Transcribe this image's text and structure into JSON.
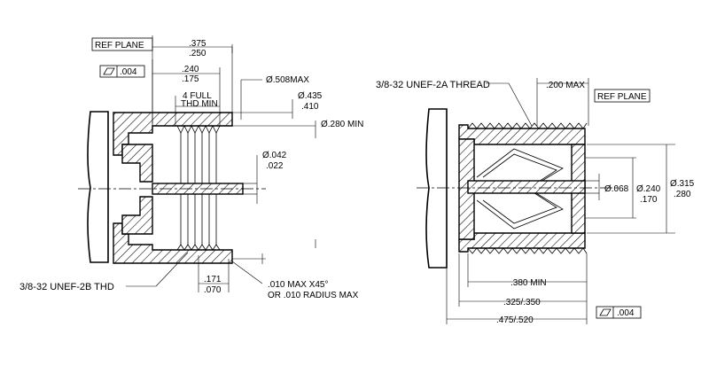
{
  "left_view": {
    "ref_plane": "REF PLANE",
    "flatness_value": ".004",
    "dim_375": ".375",
    "dim_250": ".250",
    "dim_240": ".240",
    "dim_175": ".175",
    "thd_full_1": "4 FULL",
    "thd_full_2": "THD MIN",
    "dia_508": "Ø.508MAX",
    "dia_435": "Ø.435",
    "dia_410": ".410",
    "dia_280": "Ø.280 MIN",
    "dia_042": "Ø.042",
    "dia_022": ".022",
    "thread_callout": "3/8-32 UNEF-2B THD",
    "dim_171": ".171",
    "dim_070": ".070",
    "chamfer_1": ".010 MAX X45°",
    "chamfer_2": "OR .010 RADIUS MAX"
  },
  "right_view": {
    "thread_callout": "3/8-32 UNEF-2A THREAD",
    "dim_200": ".200 MAX",
    "ref_plane": "REF PLANE",
    "dia_068": "Ø.068",
    "dia_240": "Ø.240",
    "dia_170": ".170",
    "dia_315": "Ø.315",
    "dia_280": ".280",
    "dim_380": ".380 MIN",
    "dim_325": ".325/.350",
    "dim_475": ".475/.520",
    "flatness_value": ".004"
  },
  "icons": [
    "flatness-symbol-icon"
  ]
}
